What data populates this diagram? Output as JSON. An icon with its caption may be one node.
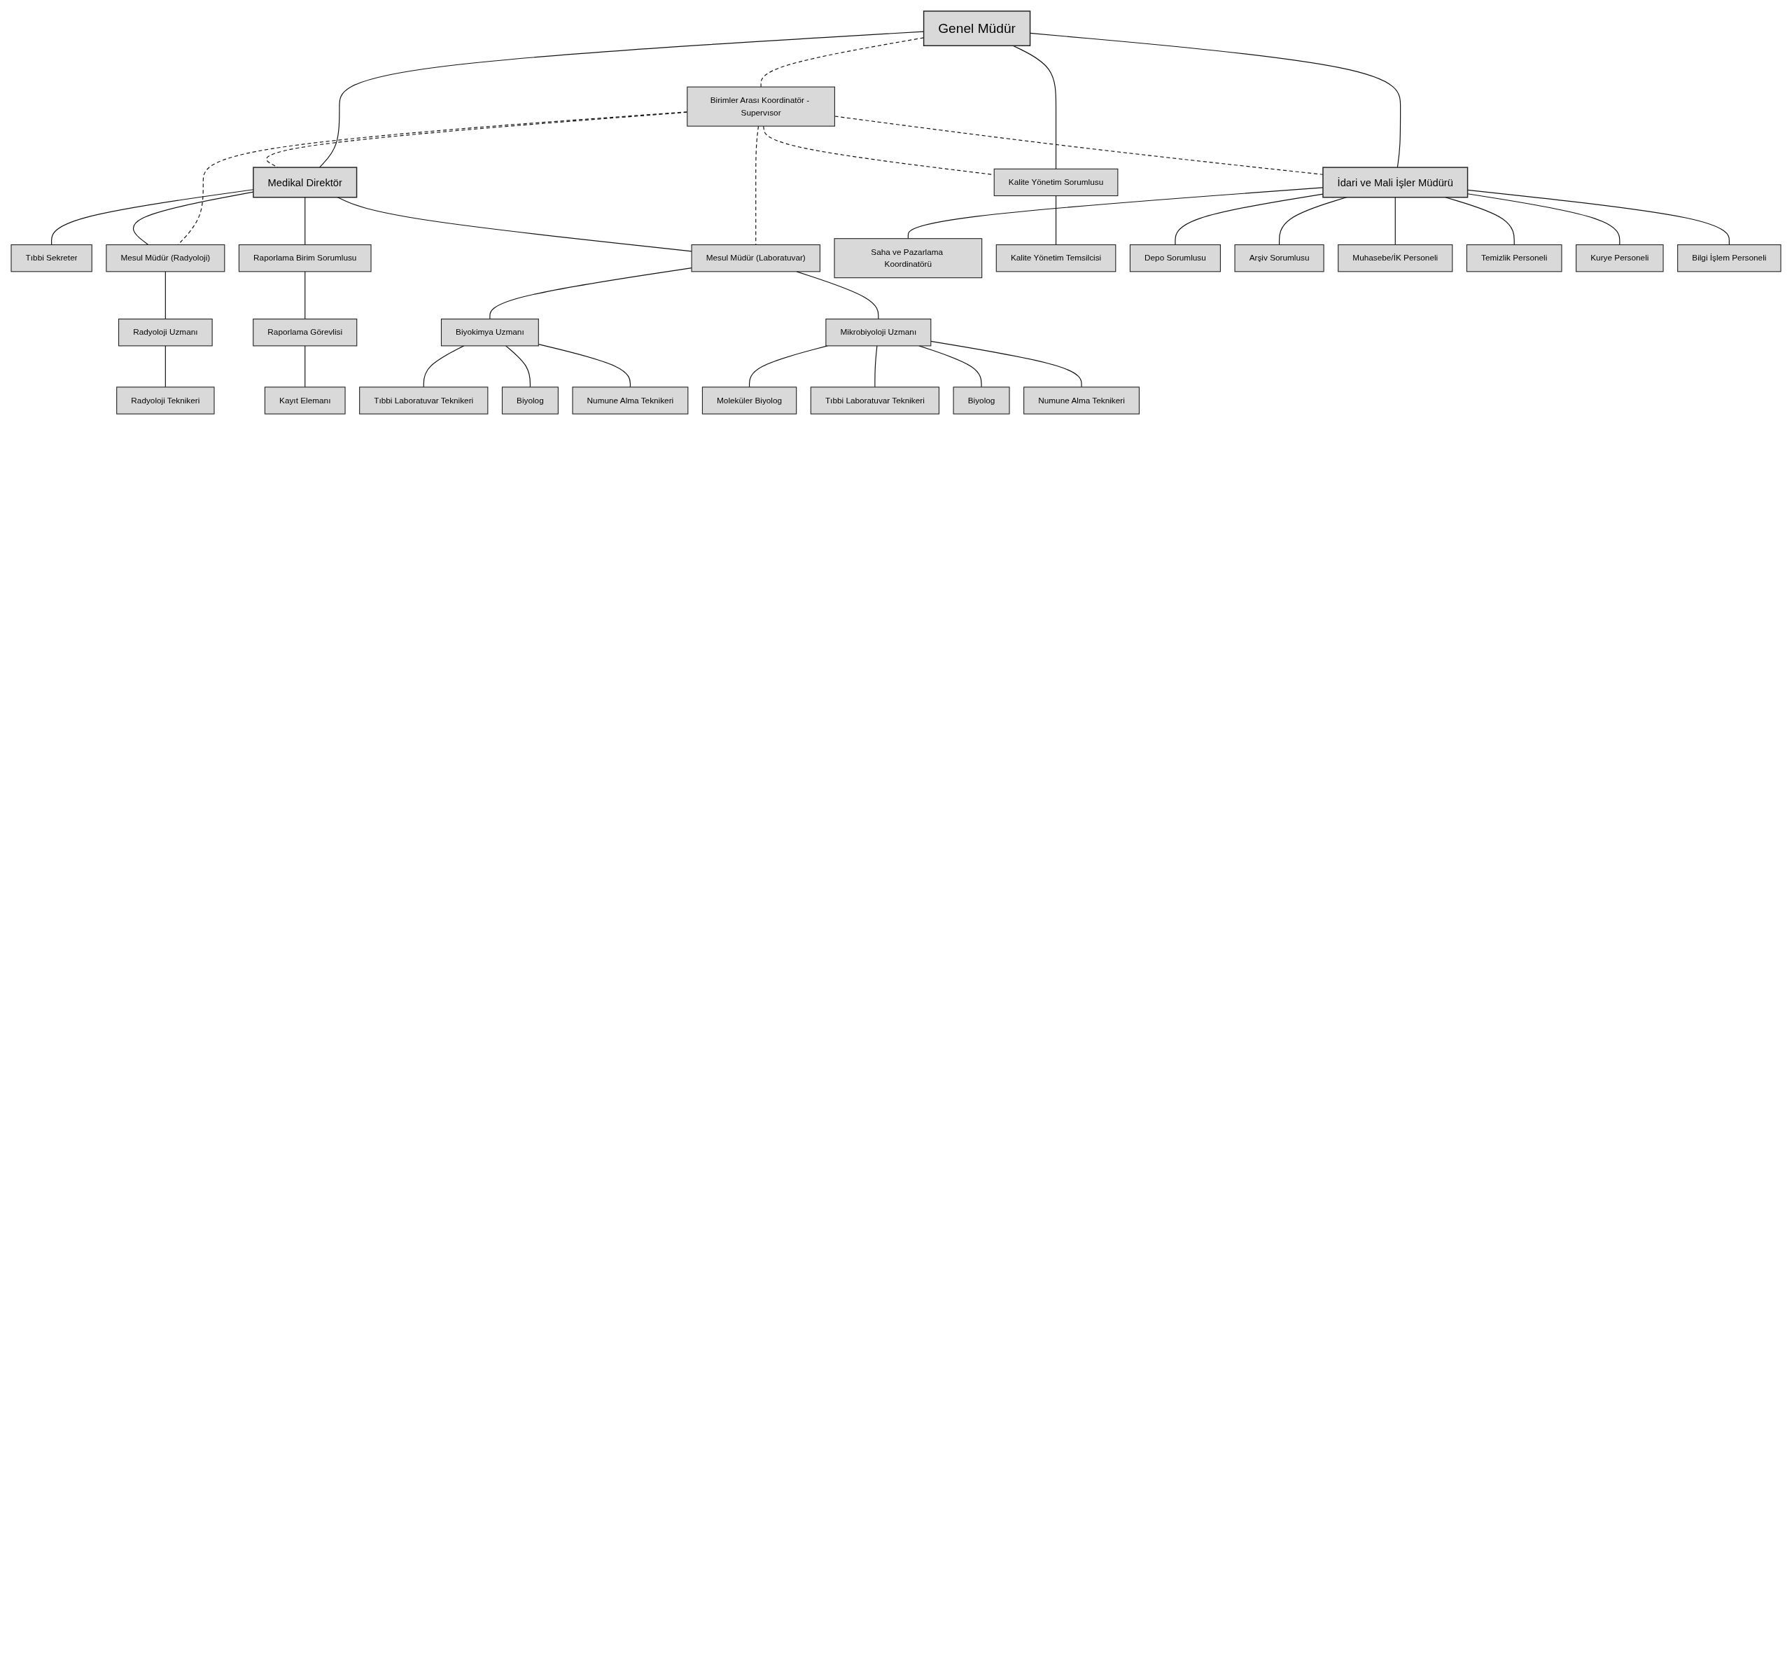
{
  "diagram": {
    "nodes": [
      {
        "text": [
          "Genel Müdür"
        ]
      },
      {
        "text": [
          "İdari ve Mali İşler Müdürü"
        ]
      },
      {
        "text": [
          "Medikal Direktör"
        ]
      },
      {
        "text": [
          "Tıbbi Sekreter"
        ]
      },
      {
        "text": [
          "Mesul Müdür (Radyoloji)"
        ]
      },
      {
        "text": [
          "Birimler Arası Koordinatör - Supervısor"
        ]
      },
      {
        "text": [
          "Mesul Müdür (Laboratuvar)"
        ]
      },
      {
        "text": [
          "Raporlama Birim Sorumlusu"
        ]
      },
      {
        "text": [
          "Kalite Yönetim Sorumlusu"
        ]
      },
      {
        "text": [
          "Saha ve Pazarlama Koordinatörü"
        ]
      },
      {
        "text": [
          "Radyoloji Uzmanı"
        ]
      },
      {
        "text": [
          "Raporlama Görevlisi"
        ]
      },
      {
        "text": [
          "Kalite Yönetim Temsilcisi"
        ]
      },
      {
        "text": [
          "Biyokimya Uzmanı"
        ]
      },
      {
        "text": [
          "Mikrobiyoloji Uzmanı"
        ]
      },
      {
        "text": [
          "Depo Sorumlusu"
        ]
      },
      {
        "text": [
          "Radyoloji Teknikeri"
        ]
      },
      {
        "text": [
          "Kayıt Elemanı"
        ]
      },
      {
        "text": [
          "Arşiv Sorumlusu"
        ]
      },
      {
        "text": [
          "Tıbbi Laboratuvar Teknikeri"
        ]
      },
      {
        "text": [
          "Biyolog"
        ]
      },
      {
        "text": [
          "Numune Alma Teknikeri"
        ]
      },
      {
        "text": [
          "Moleküler Biyolog"
        ]
      },
      {
        "text": [
          "Tıbbi Laboratuvar Teknikeri"
        ]
      },
      {
        "text": [
          "Biyolog"
        ]
      },
      {
        "text": [
          "Numune Alma Teknikeri"
        ]
      },
      {
        "text": [
          "Muhasebe/İK Personeli"
        ]
      },
      {
        "text": [
          "Temizlik Personeli"
        ]
      },
      {
        "text": [
          "Kurye Personeli"
        ]
      },
      {
        "text": [
          "Bilgi İşlem Personeli"
        ]
      }
    ],
    "edges": [
      {
        "from": 0,
        "to": 1,
        "arrow": "none"
      },
      {
        "from": 0,
        "to": 2,
        "arrow": "none"
      },
      {
        "from": 0,
        "to": 8,
        "arrow": "none"
      },
      {
        "from": 0,
        "to": 5,
        "arrow": "none",
        "style": "dashed"
      },
      {
        "from": 5,
        "to": 1,
        "arrow": "none",
        "style": "dashed"
      },
      {
        "from": 5,
        "to": 4,
        "arrow": "none",
        "style": "dashed"
      },
      {
        "from": 5,
        "to": 2,
        "arrow": "none",
        "style": "dashed"
      },
      {
        "from": 5,
        "to": 6,
        "arrow": "none",
        "style": "dashed"
      },
      {
        "from": 5,
        "to": 8,
        "arrow": "none",
        "style": "dashed"
      },
      {
        "from": 1,
        "to": 9,
        "arrow": "none"
      },
      {
        "from": 1,
        "to": 15,
        "arrow": "none"
      },
      {
        "from": 1,
        "to": 18,
        "arrow": "none"
      },
      {
        "from": 1,
        "to": 26,
        "arrow": "none"
      },
      {
        "from": 1,
        "to": 27,
        "arrow": "none"
      },
      {
        "from": 1,
        "to": 28,
        "arrow": "none"
      },
      {
        "from": 1,
        "to": 29,
        "arrow": "none"
      },
      {
        "from": 2,
        "to": 3,
        "arrow": "none"
      },
      {
        "from": 2,
        "to": 4,
        "arrow": "none"
      },
      {
        "from": 2,
        "to": 6,
        "arrow": "none"
      },
      {
        "from": 2,
        "to": 7,
        "arrow": "none"
      },
      {
        "from": 4,
        "to": 10,
        "arrow": "none"
      },
      {
        "from": 10,
        "to": 16,
        "arrow": "none"
      },
      {
        "from": 6,
        "to": 13,
        "arrow": "none"
      },
      {
        "from": 6,
        "to": 14,
        "arrow": "none"
      },
      {
        "from": 13,
        "to": 19,
        "arrow": "none"
      },
      {
        "from": 13,
        "to": 20,
        "arrow": "none"
      },
      {
        "from": 13,
        "to": 21,
        "arrow": "none"
      },
      {
        "from": 14,
        "to": 22,
        "arrow": "none"
      },
      {
        "from": 14,
        "to": 23,
        "arrow": "none"
      },
      {
        "from": 14,
        "to": 24,
        "arrow": "none"
      },
      {
        "from": 14,
        "to": 25,
        "arrow": "none"
      },
      {
        "from": 7,
        "to": 11,
        "arrow": "none"
      },
      {
        "from": 11,
        "to": 17,
        "arrow": "none"
      },
      {
        "from": 8,
        "to": 12,
        "arrow": "none"
      }
    ]
  }
}
